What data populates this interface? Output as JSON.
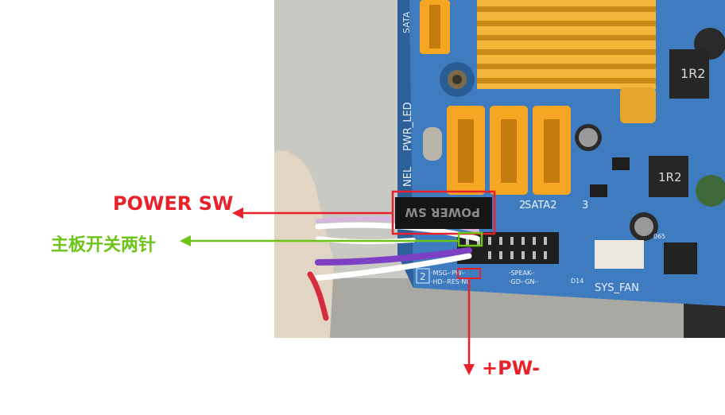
{
  "photo": {
    "board_labels": {
      "sata_top": "SATA",
      "pwr_led": "PWR_LED",
      "panel": "NEL",
      "sata2": "SATA2",
      "sata2_num1": "2",
      "sata2_num2": "2",
      "sata2_num3": "3",
      "inductor_a": "1R2",
      "inductor_b": "1R2",
      "connector_label": "POWER SW",
      "header_row1": "·MSG-·PW-·",
      "header_row1b": "·SPEAK-·",
      "header_row2": "·HD-·RES·NC",
      "header_row2b": "·GD-·GN-·",
      "num2": "2",
      "d14": "D14",
      "sys_fan": "SYS_FAN",
      "q65": "065"
    }
  },
  "annotations": {
    "power_sw": {
      "text": "POWER SW",
      "color": "#e8212a"
    },
    "board_pins": {
      "text": "主板开关两针",
      "color": "#6cc417"
    },
    "pw": {
      "text": "+PW-",
      "color": "#e8212a"
    }
  },
  "colors": {
    "board": "#3f7cbf",
    "board_dark": "#234a78",
    "sata_orange": "#f5a623",
    "heatsink": "#f3b73a"
  }
}
